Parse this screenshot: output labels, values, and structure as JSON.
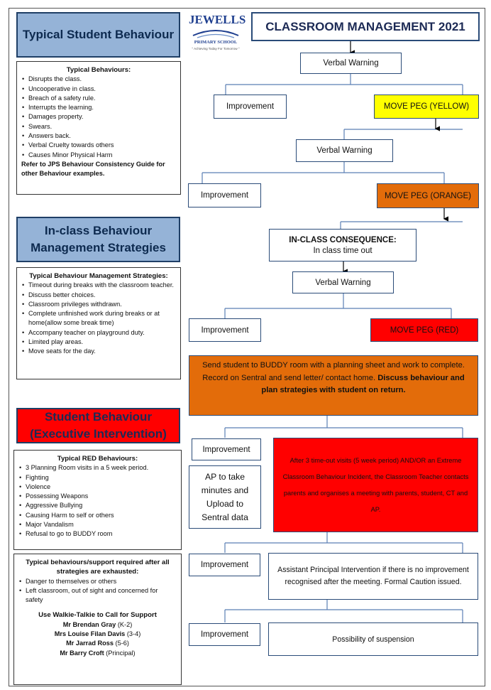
{
  "left": {
    "typical_header": "Typical Student Behaviour",
    "typical_panel": {
      "title": "Typical Behaviours:",
      "items": [
        "Disrupts the class.",
        "Uncooperative in class.",
        "Breach of a safety rule.",
        "Interrupts the learning.",
        "Damages property.",
        "Swears.",
        "Answers back.",
        "Verbal Cruelty towards others",
        "Causes Minor Physical Harm"
      ],
      "note": "Refer to JPS Behaviour Consistency Guide for other Behaviour examples."
    },
    "strategies_header": "In-class Behaviour Management Strategies",
    "strategies_panel": {
      "title": "Typical Behaviour Management Strategies:",
      "items": [
        "Timeout during breaks with the classroom teacher.",
        "Discuss better choices.",
        "Classroom privileges withdrawn.",
        "Complete unfinished work during breaks or at home(allow some break time)",
        "Accompany teacher on playground duty.",
        "Limited play areas.",
        "Move seats for the day."
      ]
    },
    "exec_header": "Student Behaviour (Executive Intervention)",
    "red_panel": {
      "title": "Typical RED Behaviours:",
      "items": [
        "3 Planning Room visits in a 5 week period.",
        "Fighting",
        "Violence",
        "Possessing Weapons",
        "Aggressive Bullying",
        "Causing Harm to self or others",
        "Major Vandalism",
        "Refusal to go to BUDDY room"
      ]
    },
    "support_panel": {
      "title": "Typical behaviours/support required after all strategies are exhausted:",
      "items": [
        "Danger to themselves or others",
        "Left classroom, out of sight and concerned for safety"
      ],
      "call_title": "Use Walkie-Talkie to Call for Support",
      "contacts": [
        {
          "name": "Mr Brendan Gray",
          "role": "(K-2)"
        },
        {
          "name": "Mrs Louise Filan Davis",
          "role": "(3-4)"
        },
        {
          "name": "Mr Jarrad Ross",
          "role": "(5-6)"
        },
        {
          "name": "Mr Barry Croft",
          "role": "(Principal)"
        }
      ]
    }
  },
  "logo": {
    "name": "JEWELLS",
    "sub": "PRIMARY SCHOOL",
    "motto": "\" Achieving Today For Tomorrow \""
  },
  "flow": {
    "title": "CLASSROOM MANAGEMENT 2021",
    "verbal_warning_1": "Verbal Warning",
    "improvement_1": "Improvement",
    "peg_yellow": "MOVE PEG (YELLOW)",
    "verbal_warning_2": "Verbal Warning",
    "improvement_2": "Improvement",
    "peg_orange": "MOVE PEG (ORANGE)",
    "consequence_title": "IN-CLASS CONSEQUENCE:",
    "consequence_sub": "In class time out",
    "verbal_warning_3": "Verbal Warning",
    "improvement_3": "Improvement",
    "peg_red": "MOVE PEG (RED)",
    "buddy_text": "Send student to BUDDY room with a planning sheet and work to complete. Record on Sentral and send letter/ contact home.",
    "buddy_bold": "Discuss behaviour and plan strategies with student on return.",
    "improvement_4": "Improvement",
    "ap_minutes": "AP to take minutes and Upload to Sentral data",
    "ct_contact": "After 3 time-out visits (5 week period) AND/OR an Extreme Classroom Behaviour Incident, the Classroom Teacher contacts parents and organises a meeting with parents, student, CT and AP.",
    "improvement_5": "Improvement",
    "ap_intervention": "Assistant Principal Intervention if there is no improvement recognised after the meeting. Formal Caution issued.",
    "improvement_6": "Improvement",
    "suspension": "Possibility of suspension"
  },
  "colors": {
    "header_blue": "#95b3d7",
    "red": "#ff0000",
    "orange": "#e36c0a",
    "yellow": "#ffff00",
    "navy": "#1f3f66"
  }
}
